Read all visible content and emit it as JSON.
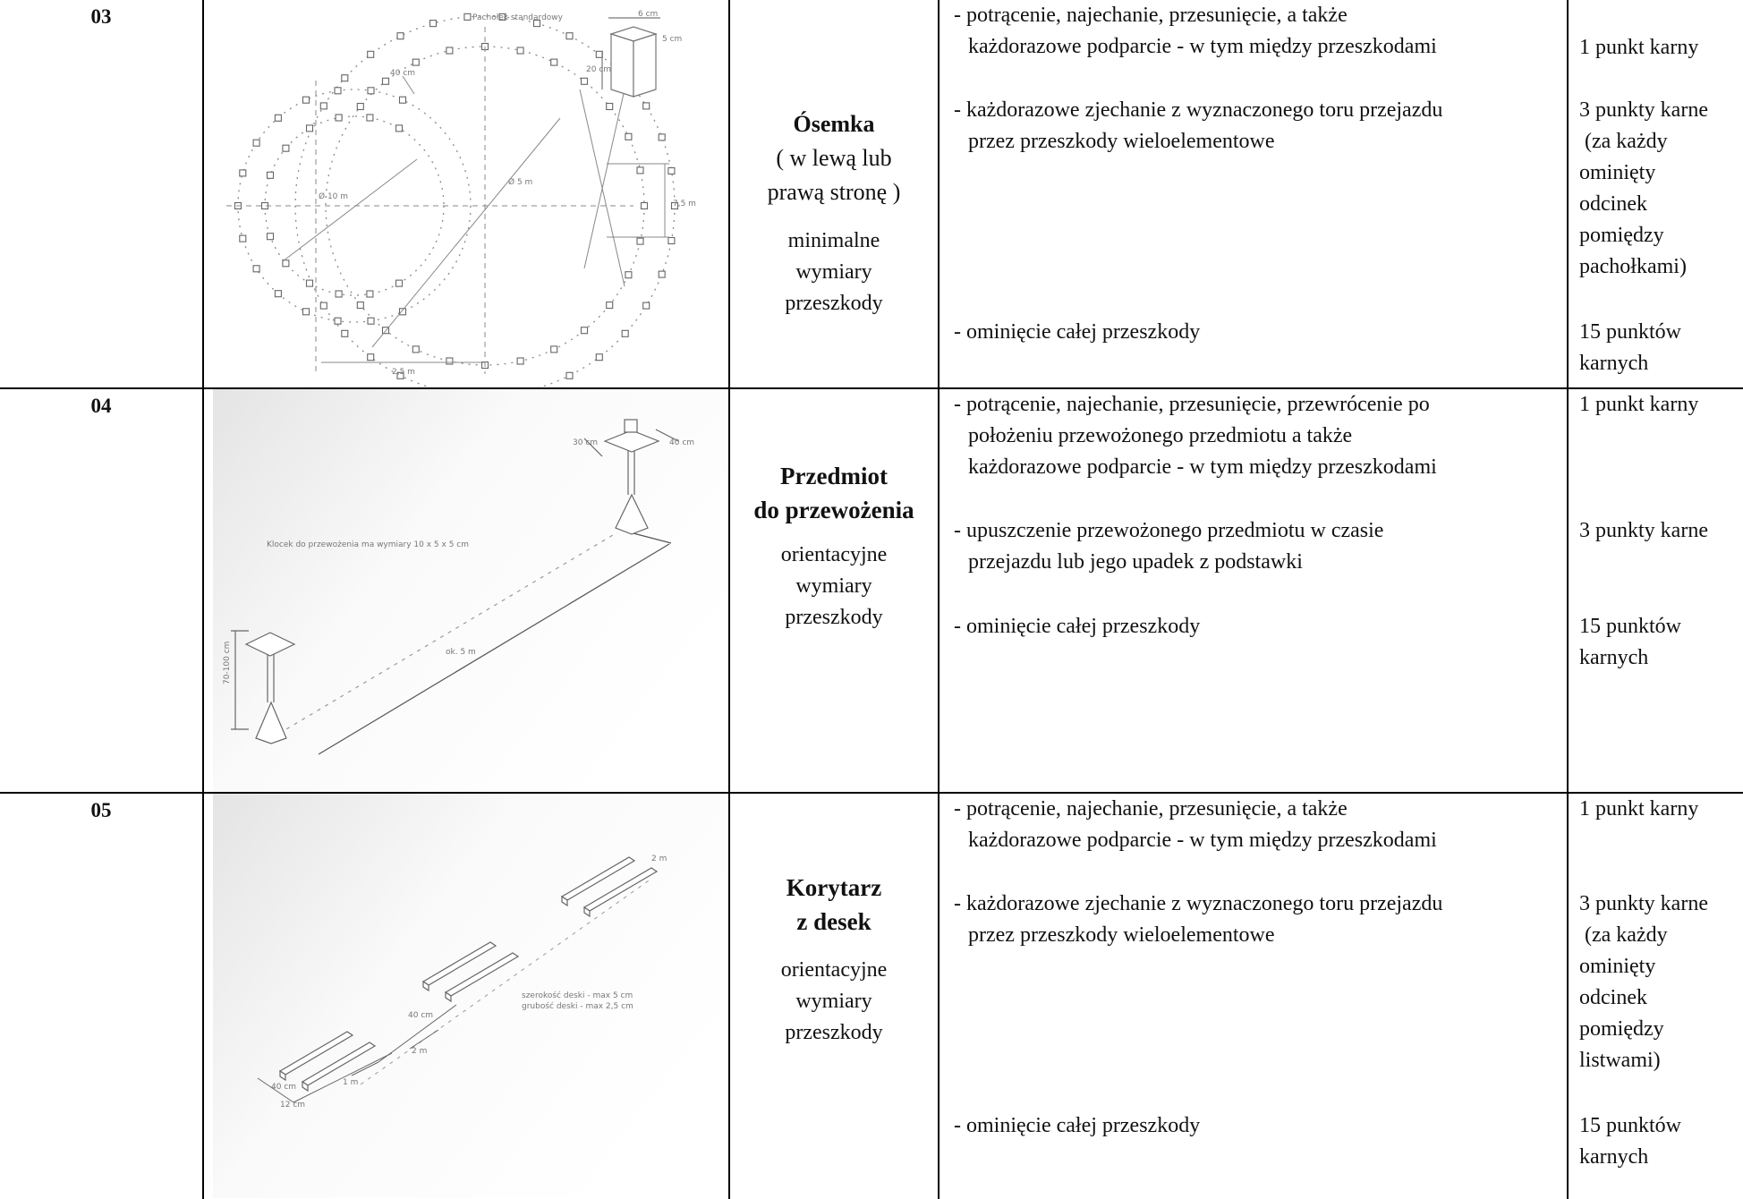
{
  "rows": [
    {
      "number": "03",
      "figure": {
        "labels": {
          "cone_label": "Pachołek standardowy",
          "dim_a": "6 cm",
          "dim_b": "5 cm",
          "dim_h": "20 cm",
          "dim_gap": "40 cm",
          "dim_r1": "Ø 10 m",
          "dim_r2": "Ø 5 m",
          "dim_side": "7,5 m",
          "dim_bottom": "2,5 m"
        }
      },
      "name": {
        "title_lines": [
          "Ósemka"
        ],
        "sub_lines": [
          "( w lewą lub",
          "prawą stronę )"
        ],
        "dims_lines": [
          "minimalne",
          "wymiary",
          "przeszkody"
        ]
      },
      "rules": [
        {
          "lines": [
            "- potrącenie, najechanie, przesunięcie, a także",
            "każdorazowe podparcie - w tym między przeszkodami"
          ]
        },
        {
          "lines": [
            "- każdorazowe zjechanie z wyznaczonego toru przejazdu",
            "przez przeszkody wieloelementowe"
          ]
        },
        {
          "lines": [
            "- ominięcie całej przeszkody"
          ]
        }
      ],
      "penalties": [
        {
          "lines": [
            "1 punkt karny"
          ]
        },
        {
          "lines": [
            "3 punkty karne",
            "(za każdy",
            "ominięty",
            "odcinek",
            "pomiędzy",
            "pachołkami)"
          ]
        },
        {
          "lines": [
            "15 punktów",
            "karnych"
          ]
        }
      ]
    },
    {
      "number": "04",
      "figure": {
        "labels": {
          "block_label": "Klocek do przewożenia ma wymiary 10 x 5 x 5 cm",
          "dim_top_a": "30 cm",
          "dim_top_b": "40 cm",
          "dim_height": "70-100 cm",
          "dim_length": "ok. 5 m"
        }
      },
      "name": {
        "title_lines": [
          "Przedmiot",
          "do przewożenia"
        ],
        "sub_lines": [],
        "dims_lines": [
          "orientacyjne",
          "wymiary",
          "przeszkody"
        ]
      },
      "rules": [
        {
          "lines": [
            "- potrącenie, najechanie, przesunięcie, przewrócenie po",
            "położeniu przewożonego przedmiotu a także",
            "każdorazowe podparcie - w tym między przeszkodami"
          ]
        },
        {
          "lines": [
            "- upuszczenie przewożonego przedmiotu w czasie",
            "przejazdu lub jego upadek z podstawki"
          ]
        },
        {
          "lines": [
            "- ominięcie całej przeszkody"
          ]
        }
      ],
      "penalties": [
        {
          "lines": [
            "1 punkt karny"
          ]
        },
        {
          "lines": [
            "3 punkty karne"
          ]
        },
        {
          "lines": [
            "15 punktów",
            "karnych"
          ]
        }
      ]
    },
    {
      "number": "05",
      "figure": {
        "labels": {
          "board_note_1": "szerokość deski - max 5 cm",
          "board_note_2": "grubość deski - max 2,5 cm",
          "dim_gap_a": "40 cm",
          "dim_seg_a": "2 m",
          "dim_seg_b": "1 m",
          "dim_w_a": "40 cm",
          "dim_w_b": "12 cm",
          "dim_end": "2 m"
        }
      },
      "name": {
        "title_lines": [
          "Korytarz",
          "z desek"
        ],
        "sub_lines": [],
        "dims_lines": [
          "orientacyjne",
          "wymiary",
          "przeszkody"
        ]
      },
      "rules": [
        {
          "lines": [
            "- potrącenie, najechanie, przesunięcie, a także",
            "każdorazowe podparcie - w tym między przeszkodami"
          ]
        },
        {
          "lines": [
            "- każdorazowe zjechanie z wyznaczonego toru przejazdu",
            "przez przeszkody wieloelementowe"
          ]
        },
        {
          "lines": [
            "- ominięcie całej przeszkody"
          ]
        }
      ],
      "penalties": [
        {
          "lines": [
            "1 punkt karny"
          ]
        },
        {
          "lines": [
            "3 punkty karne",
            "(za każdy",
            "ominięty",
            "odcinek",
            "pomiędzy",
            "listwami)"
          ]
        },
        {
          "lines": [
            "15 punktów",
            "karnych"
          ]
        }
      ]
    }
  ]
}
